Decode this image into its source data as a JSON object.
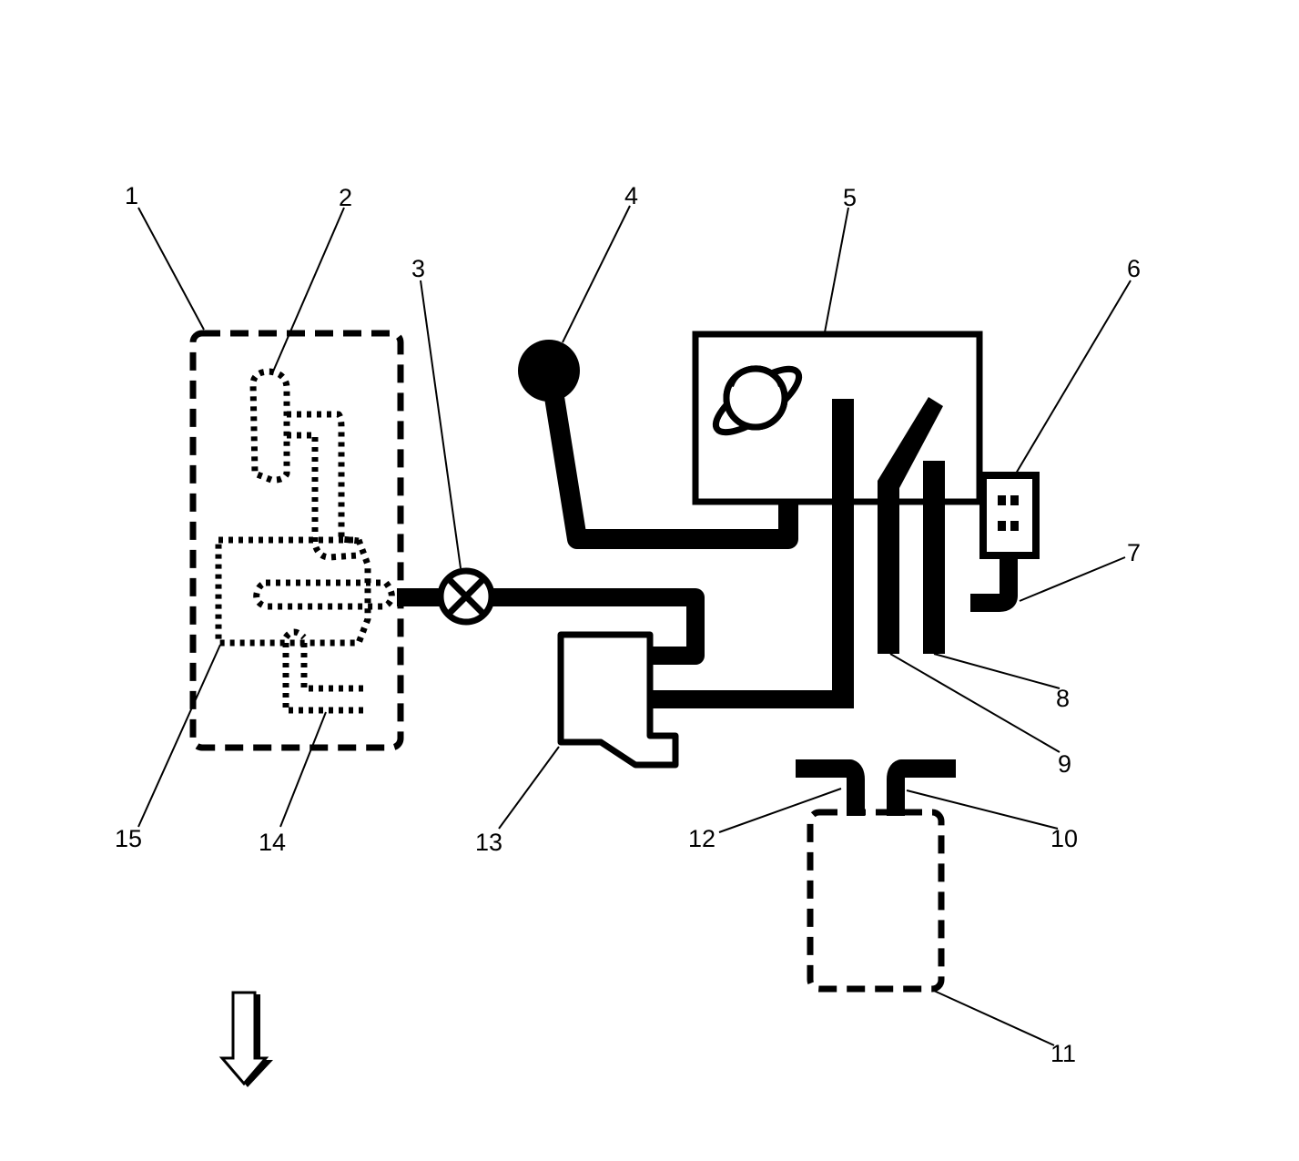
{
  "callouts": [
    {
      "id": "1",
      "label": "1"
    },
    {
      "id": "2",
      "label": "2"
    },
    {
      "id": "3",
      "label": "3"
    },
    {
      "id": "4",
      "label": "4"
    },
    {
      "id": "5",
      "label": "5"
    },
    {
      "id": "6",
      "label": "6"
    },
    {
      "id": "7",
      "label": "7"
    },
    {
      "id": "8",
      "label": "8"
    },
    {
      "id": "9",
      "label": "9"
    },
    {
      "id": "10",
      "label": "10"
    },
    {
      "id": "11",
      "label": "11"
    },
    {
      "id": "12",
      "label": "12"
    },
    {
      "id": "13",
      "label": "13"
    },
    {
      "id": "14",
      "label": "14"
    },
    {
      "id": "15",
      "label": "15"
    }
  ],
  "icons": {
    "planet": "planet-icon",
    "arrow": "down-arrow-icon",
    "valve": "valve-cross-icon"
  },
  "colors": {
    "ink": "#000000",
    "paper": "#ffffff"
  }
}
